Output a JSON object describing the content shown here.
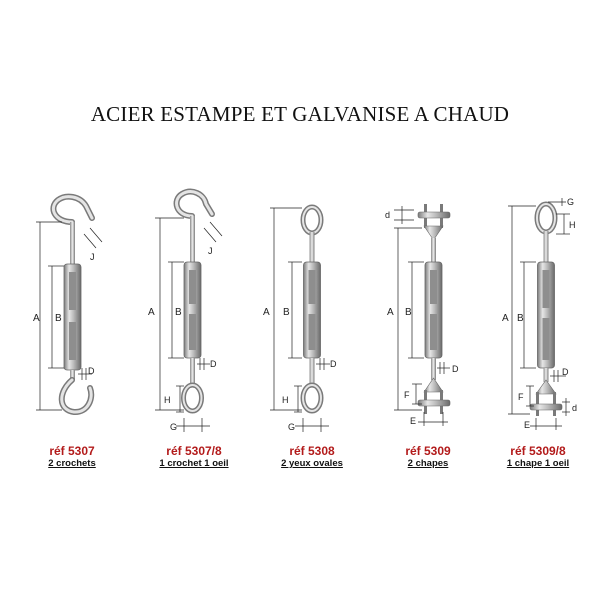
{
  "title": "ACIER ESTAMPE ET GALVANISE A CHAUD",
  "items": [
    {
      "ref": "réf 5307",
      "desc": "2 crochets",
      "labels": [
        "A",
        "B",
        "J",
        "D"
      ]
    },
    {
      "ref": "réf 5307/8",
      "desc": "1 crochet  1 oeil",
      "labels": [
        "A",
        "B",
        "J",
        "D",
        "H",
        "G"
      ]
    },
    {
      "ref": "réf 5308",
      "desc": "2 yeux ovales",
      "labels": [
        "A",
        "B",
        "D",
        "H",
        "G"
      ]
    },
    {
      "ref": "réf 5309",
      "desc": "2 chapes",
      "labels": [
        "d",
        "A",
        "B",
        "D",
        "F",
        "E"
      ]
    },
    {
      "ref": "réf 5309/8",
      "desc": "1 chape  1 oeil",
      "labels": [
        "G",
        "H",
        "A",
        "B",
        "D",
        "F",
        "d",
        "E"
      ]
    }
  ],
  "colors": {
    "ref": "#b31b1b",
    "metal": "#c9c9c9",
    "metal_dark": "#6e6e6e"
  }
}
